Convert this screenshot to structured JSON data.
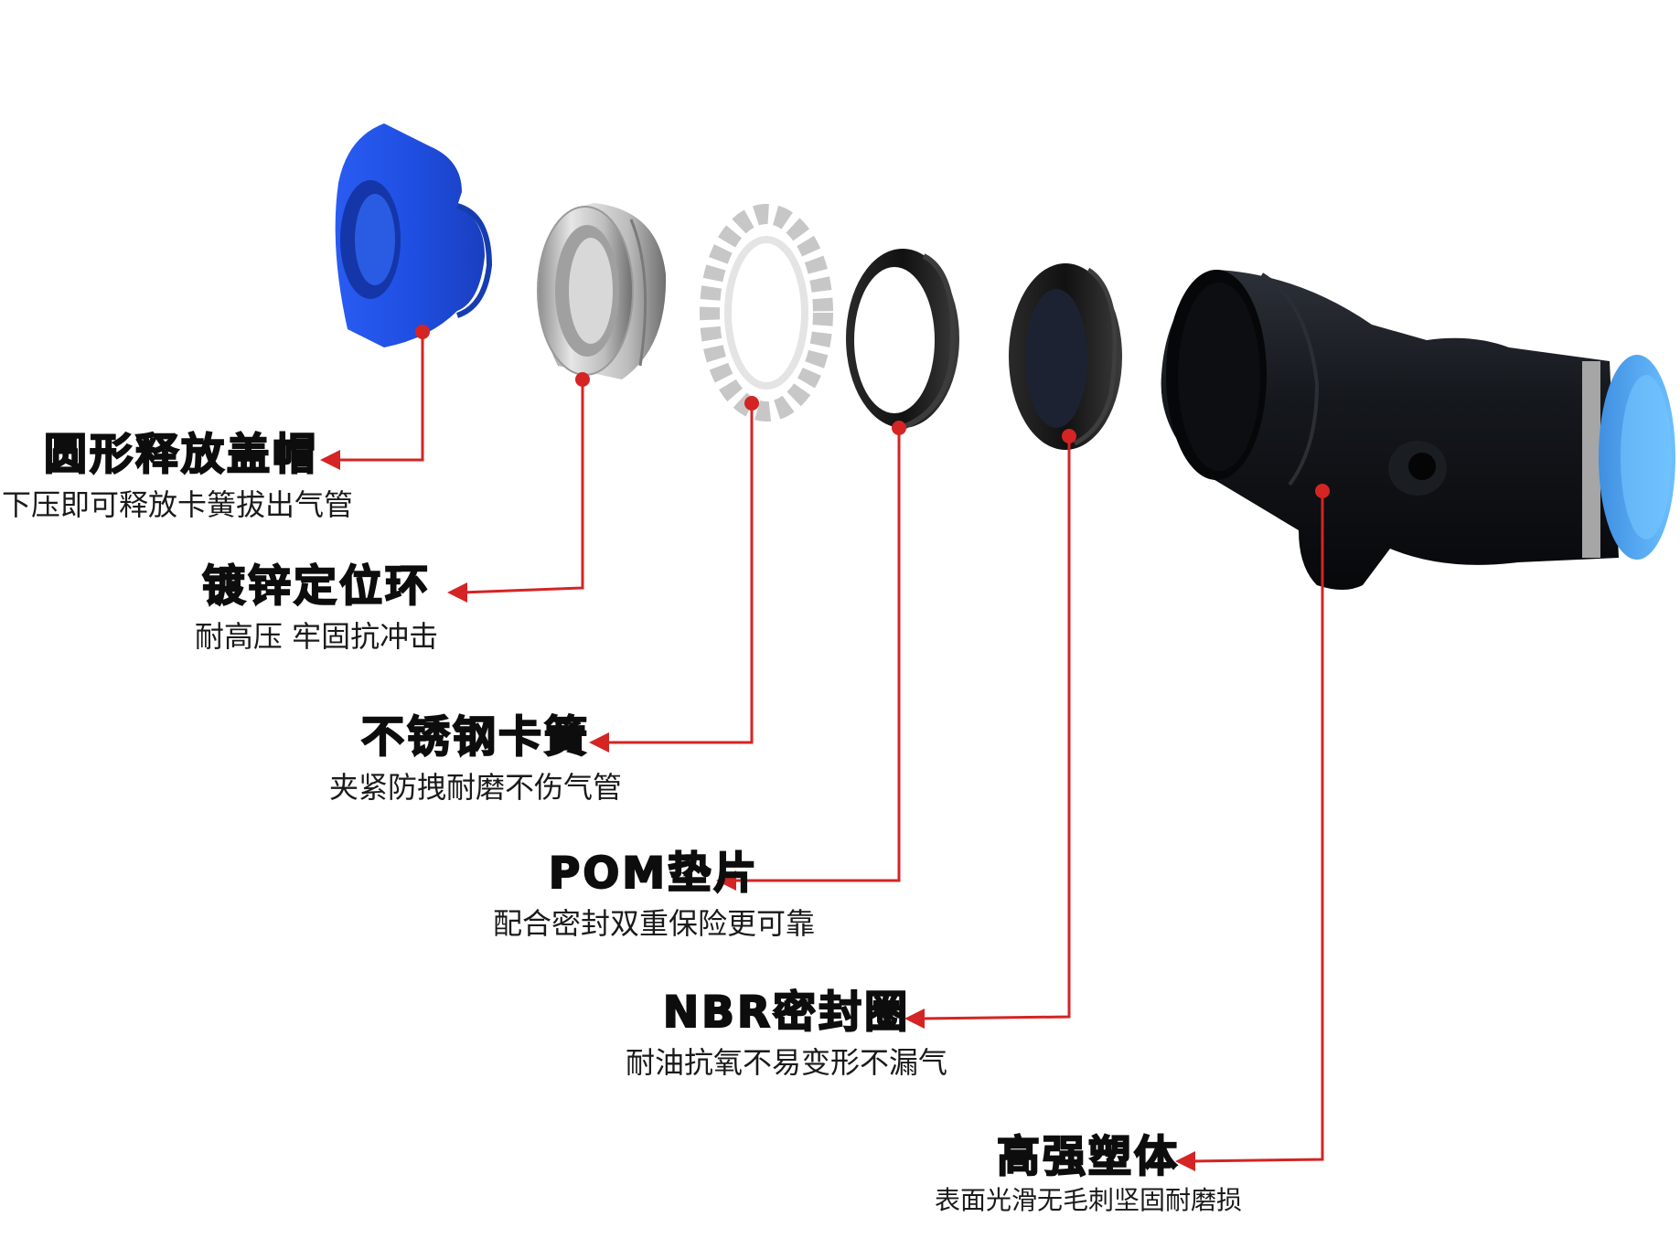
{
  "colors": {
    "leader_line": "#d42424",
    "cap_blue": "#1e4fe0",
    "steel": "#b8b8b8",
    "rubber_black": "#141414",
    "body_black": "#121417",
    "light_blue": "#4aa6f0"
  },
  "labels": [
    {
      "id": "cap",
      "title": "圆形释放盖帽",
      "desc": "下压即可释放卡簧拔出气管"
    },
    {
      "id": "ring",
      "title": "镀锌定位环",
      "desc": "耐高压 牢固抗冲击"
    },
    {
      "id": "spring",
      "title": "不锈钢卡簧",
      "desc": "夹紧防拽耐磨不伤气管"
    },
    {
      "id": "pom",
      "title": "POM垫片",
      "desc": "配合密封双重保险更可靠"
    },
    {
      "id": "nbr",
      "title": "NBR密封圈",
      "desc": "耐油抗氧不易变形不漏气"
    },
    {
      "id": "body",
      "title": "高强塑体",
      "desc": "表面光滑无毛刺坚固耐磨损"
    }
  ],
  "components": [
    {
      "name": "blue-release-cap",
      "icon": "cap-icon"
    },
    {
      "name": "zinc-locating-ring",
      "icon": "ring-icon"
    },
    {
      "name": "stainless-spring-clip",
      "icon": "clip-icon"
    },
    {
      "name": "pom-gasket",
      "icon": "gasket-icon"
    },
    {
      "name": "nbr-seal-ring",
      "icon": "seal-icon"
    },
    {
      "name": "plastic-body",
      "icon": "body-icon"
    }
  ]
}
